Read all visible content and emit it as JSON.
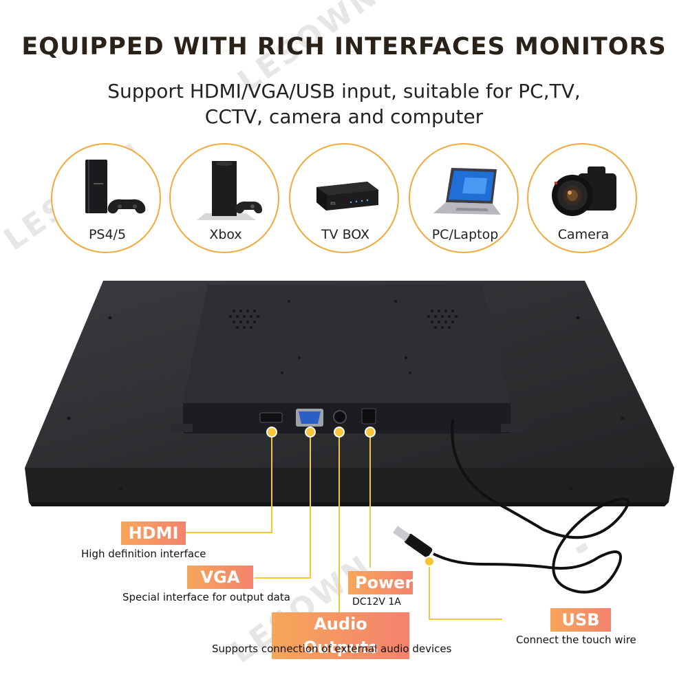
{
  "watermark": "LESOWN",
  "title": "EQUIPPED WITH RICH INTERFACES MONITORS",
  "subtitle_line1": "Support HDMI/VGA/USB input, suitable for PC,TV,",
  "subtitle_line2": "CCTV, camera and computer",
  "devices": [
    {
      "label": "PS4/5",
      "icon": "game-console-icon"
    },
    {
      "label": "Xbox",
      "icon": "xbox-console-icon"
    },
    {
      "label": "TV BOX",
      "icon": "tv-box-icon"
    },
    {
      "label": "PC/Laptop",
      "icon": "laptop-icon"
    },
    {
      "label": "Camera",
      "icon": "camera-icon"
    }
  ],
  "ports": {
    "hdmi": {
      "label": "HDMI",
      "desc": "High definition interface"
    },
    "vga": {
      "label": "VGA",
      "desc": "Special interface for output data"
    },
    "audio": {
      "label": "Audio Outputs",
      "desc": "Supports connection of external audio devices"
    },
    "power": {
      "label": "Power",
      "desc": "DC12V 1A"
    },
    "usb": {
      "label": "USB",
      "desc": "Connect the touch wire"
    }
  },
  "colors": {
    "accent_orange": "#f2a93b",
    "tag_gradient_start": "#f7a65a",
    "tag_gradient_end": "#f4826e",
    "connector_line": "#f6c53a",
    "monitor": "#2f3033"
  }
}
